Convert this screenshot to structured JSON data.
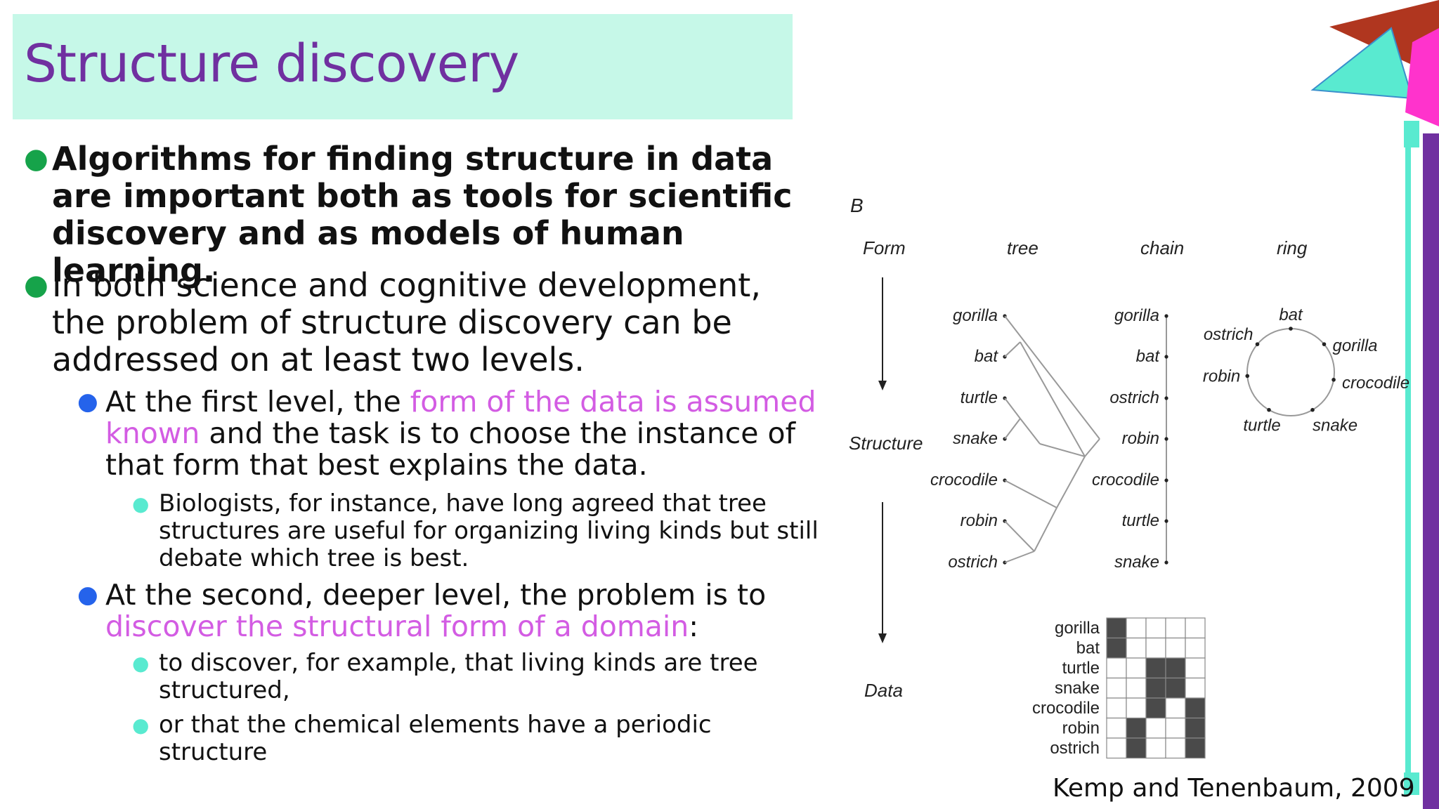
{
  "slide": {
    "title": "Structure discovery",
    "bullets": {
      "b1": "Algorithms for finding structure in data are important both as tools for scientific discovery and as models of human learning.",
      "b2": "In both science and cognitive development, the problem of structure discovery can be addressed on at least two levels.",
      "b2a_pre": "At the first level, the ",
      "b2a_highlight": "form of the data is assumed known",
      "b2a_post": " and the task is to choose the instance of that form that best explains the data.",
      "b2a_sub": "Biologists, for instance, have long agreed that tree structures are useful for organizing living kinds but still debate which tree is best.",
      "b2b_pre": "At the second, deeper level, the problem is to ",
      "b2b_highlight": "discover the structural form of a domain",
      "b2b_post": ":",
      "b2b_sub1": "to discover, for example, that living kinds are tree structured,",
      "b2b_sub2": "or that the chemical elements have a periodic structure"
    },
    "credit": "Kemp and Tenenbaum, 2009"
  },
  "figure": {
    "panel": "B",
    "levels": [
      "Form",
      "Structure",
      "Data"
    ],
    "forms": [
      "tree",
      "chain",
      "ring"
    ],
    "tree_items": [
      "gorilla",
      "bat",
      "turtle",
      "snake",
      "crocodile",
      "robin",
      "ostrich"
    ],
    "chain_items": [
      "gorilla",
      "bat",
      "ostrich",
      "robin",
      "crocodile",
      "turtle",
      "snake"
    ],
    "ring_items": [
      "bat",
      "gorilla",
      "crocodile",
      "snake",
      "turtle",
      "robin",
      "ostrich"
    ],
    "matrix_rows": [
      "gorilla",
      "bat",
      "turtle",
      "snake",
      "crocodile",
      "robin",
      "ostrich"
    ],
    "matrix": [
      [
        1,
        0,
        0,
        0,
        0
      ],
      [
        1,
        0,
        0,
        0,
        0
      ],
      [
        0,
        0,
        1,
        1,
        0
      ],
      [
        0,
        0,
        1,
        1,
        0
      ],
      [
        0,
        0,
        1,
        0,
        1
      ],
      [
        0,
        1,
        0,
        0,
        1
      ],
      [
        0,
        1,
        0,
        0,
        1
      ]
    ],
    "colors": {
      "filled": "#4a4a4a",
      "grid": "#888888"
    }
  },
  "colors": {
    "title": "#7030a0",
    "title_band": "#c6f8e8",
    "highlight": "#d35ce3",
    "bullet_l1": "#16a34a",
    "bullet_l2": "#2563eb",
    "bullet_l3": "#59ead0"
  }
}
